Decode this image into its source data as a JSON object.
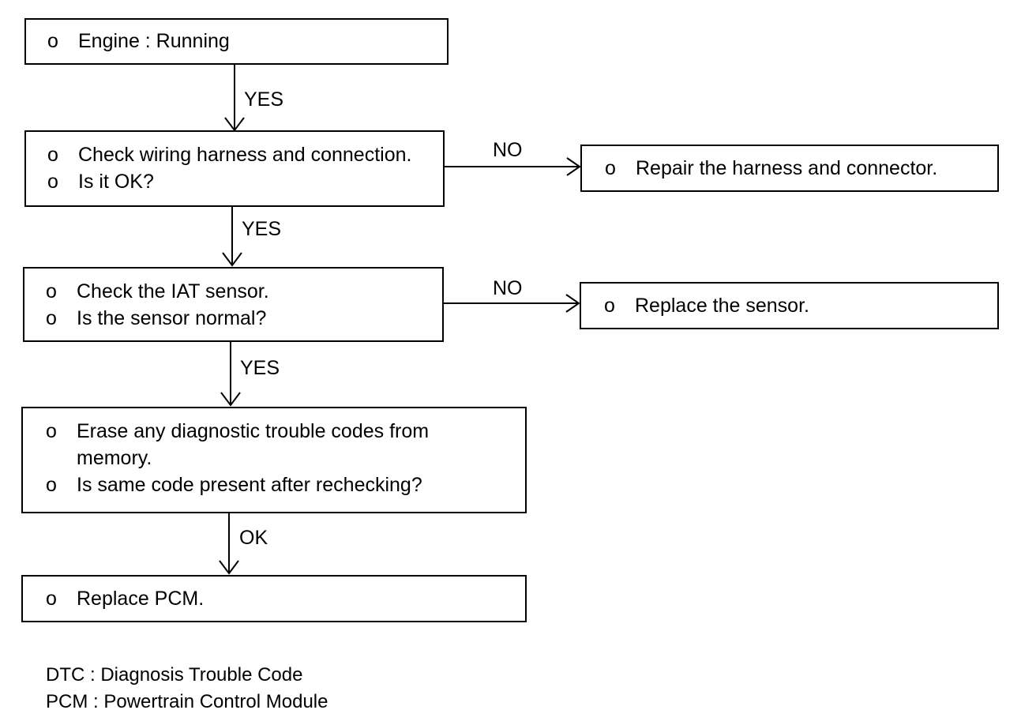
{
  "steps": [
    {
      "id": "engine",
      "items": [
        {
          "bullet": "o",
          "text": "Engine : Running"
        }
      ]
    },
    {
      "id": "wiring",
      "items": [
        {
          "bullet": "o",
          "text": "Check wiring harness and connection."
        },
        {
          "bullet": "o",
          "text": "Is it OK?"
        }
      ]
    },
    {
      "id": "iat",
      "items": [
        {
          "bullet": "o",
          "text": "Check the IAT sensor."
        },
        {
          "bullet": "o",
          "text": "Is the sensor normal?"
        }
      ]
    },
    {
      "id": "erase",
      "items": [
        {
          "bullet": "o",
          "text": "Erase any diagnostic trouble codes from"
        },
        {
          "bullet": "",
          "text": "memory."
        },
        {
          "bullet": "o",
          "text": "Is same code present after rechecking?"
        }
      ]
    },
    {
      "id": "pcm",
      "items": [
        {
          "bullet": "o",
          "text": "Replace PCM."
        }
      ]
    }
  ],
  "actions": [
    {
      "id": "repair-harness",
      "items": [
        {
          "bullet": "o",
          "text": "Repair the harness and connector."
        }
      ]
    },
    {
      "id": "replace-sensor",
      "items": [
        {
          "bullet": "o",
          "text": "Replace the sensor."
        }
      ]
    }
  ],
  "edges": [
    {
      "from": "engine",
      "to": "wiring",
      "label": "YES"
    },
    {
      "from": "wiring",
      "to": "iat",
      "label": "YES"
    },
    {
      "from": "iat",
      "to": "erase",
      "label": "YES"
    },
    {
      "from": "erase",
      "to": "pcm",
      "label": "OK"
    },
    {
      "from": "wiring",
      "to": "repair-harness",
      "label": "NO"
    },
    {
      "from": "iat",
      "to": "replace-sensor",
      "label": "NO"
    }
  ],
  "legend": [
    "DTC : Diagnosis Trouble Code",
    "PCM : Powertrain Control Module"
  ]
}
